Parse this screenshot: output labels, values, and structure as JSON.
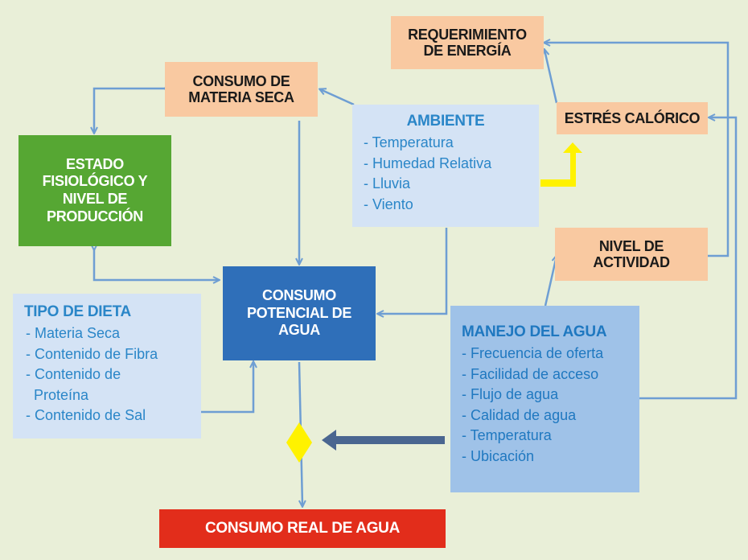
{
  "nodes": {
    "requerimiento": "REQUERIMIENTO\nDE ENERGÍA",
    "consumo_ms": "CONSUMO DE\nMATERIA SECA",
    "estres": "ESTRÉS CALÓRICO",
    "estado": "ESTADO\nFISIOLÓGICO Y\nNIVEL DE\nPRODUCCIÓN",
    "nivel_actividad": "NIVEL DE\nACTIVIDAD",
    "consumo_potencial": "CONSUMO\nPOTENCIAL DE\nAGUA",
    "consumo_real": "CONSUMO REAL DE AGUA"
  },
  "ambiente": {
    "title": "AMBIENTE",
    "items": [
      "- Temperatura",
      "- Humedad Relativa",
      "- Lluvia",
      "- Viento"
    ]
  },
  "tipo_dieta": {
    "title": "TIPO DE DIETA",
    "items": [
      "- Materia Seca",
      "- Contenido de Fibra",
      "- Contenido de",
      "  Proteína",
      "- Contenido de Sal"
    ]
  },
  "manejo": {
    "title": "MANEJO DEL AGUA",
    "items": [
      "- Frecuencia de oferta",
      "- Facilidad de acceso",
      "- Flujo de agua",
      "- Calidad de agua",
      "- Temperatura",
      "- Ubicación"
    ]
  },
  "colors": {
    "background": "#e9efd8",
    "peach": "#f9c9a1",
    "green": "#56a733",
    "blue": "#2f6fb9",
    "red": "#e22d1b",
    "light_blue": "#d4e3f5",
    "arrow": "#6e9ed3",
    "yellow": "#fff200",
    "dark_arrow": "#4a6690"
  }
}
